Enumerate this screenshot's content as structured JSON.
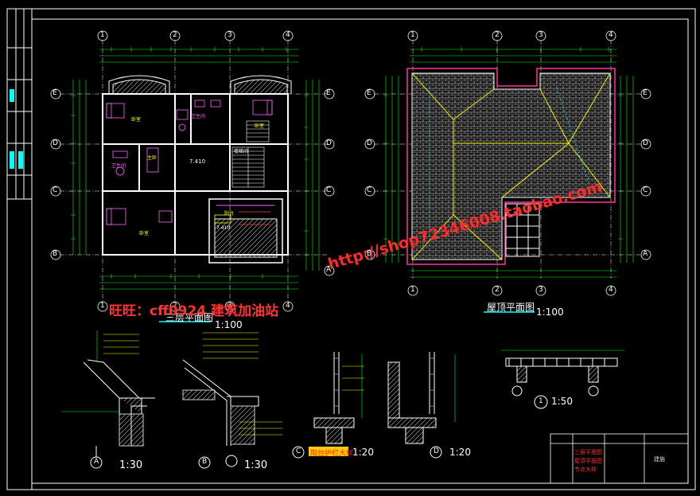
{
  "drawing": {
    "plans": {
      "third_floor": {
        "title": "三层平面图",
        "scale": "1:100"
      },
      "roof": {
        "title": "屋顶平面图",
        "scale": "1:100"
      }
    },
    "axis_labels": {
      "top_floor": [
        "1",
        "2",
        "3",
        "4"
      ],
      "top_roof": [
        "1",
        "2",
        "3",
        "4"
      ],
      "left_floor": [
        "E",
        "D",
        "C",
        "B"
      ],
      "right_floor": [
        "E",
        "D",
        "C",
        "A"
      ],
      "left_roof": [
        "E",
        "D",
        "C",
        "B"
      ],
      "right_roof": [
        "E",
        "D",
        "C",
        "A"
      ]
    },
    "details": [
      {
        "mark": "A",
        "scale": "1:30"
      },
      {
        "mark": "B",
        "scale": "1:30"
      },
      {
        "mark": "C",
        "scale": "1:20",
        "caption": "阳台护栏大样"
      },
      {
        "mark": "D",
        "scale": "1:20"
      },
      {
        "mark": "1",
        "scale": "1:50"
      }
    ],
    "room_labels": [
      "卧室",
      "卧室",
      "卧室",
      "卫生间",
      "卫生间",
      "主卧",
      "楼梯间",
      "阳台"
    ],
    "elevation_tags": [
      "7.410",
      "7.410"
    ],
    "watermark": {
      "line1": "旺旺：cff0924  建筑加油站",
      "line2": "http://shop72346008.taobao.com"
    },
    "title_block": {
      "drawing_names": [
        "三层平面图",
        "屋顶平面图",
        "节点大样"
      ],
      "stamp": "建施"
    },
    "colors": {
      "background": "#000000",
      "lines": "#ffffff",
      "dimensions": "#00ff00",
      "axis_bubbles": "#ffffff",
      "walls": "#ffffff",
      "hatch": "#ffffff",
      "watermark": "#ff3333",
      "furniture": "#ff66ff",
      "text_yellow": "#ffff00",
      "text_cyan": "#00ffff"
    }
  }
}
